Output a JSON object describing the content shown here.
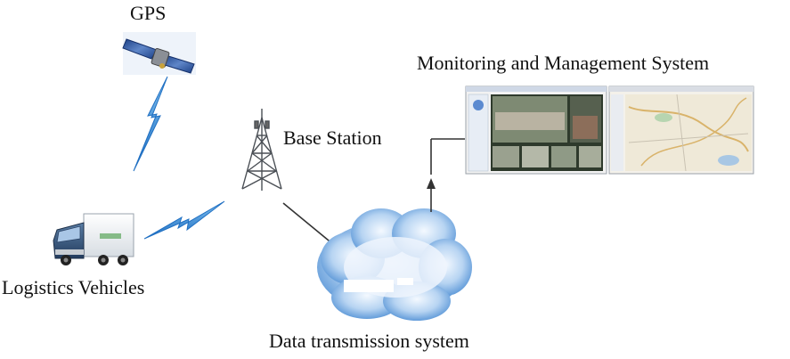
{
  "labels": {
    "gps": "GPS",
    "monitoring": "Monitoring and Management System",
    "base_station": "Base Station",
    "vehicles": "Logistics Vehicles",
    "data_transmission": "Data transmission system"
  },
  "icons": {
    "satellite": "satellite-icon",
    "tower": "radio-tower-icon",
    "truck": "truck-icon",
    "cloud": "cloud-icon",
    "signal": "lightning-signal-icon",
    "screens": "monitor-screenshot-icon"
  },
  "colors": {
    "signal_blue": "#2b86d6",
    "cloud_blue": "#6aa6e0",
    "line_dark": "#333333"
  }
}
